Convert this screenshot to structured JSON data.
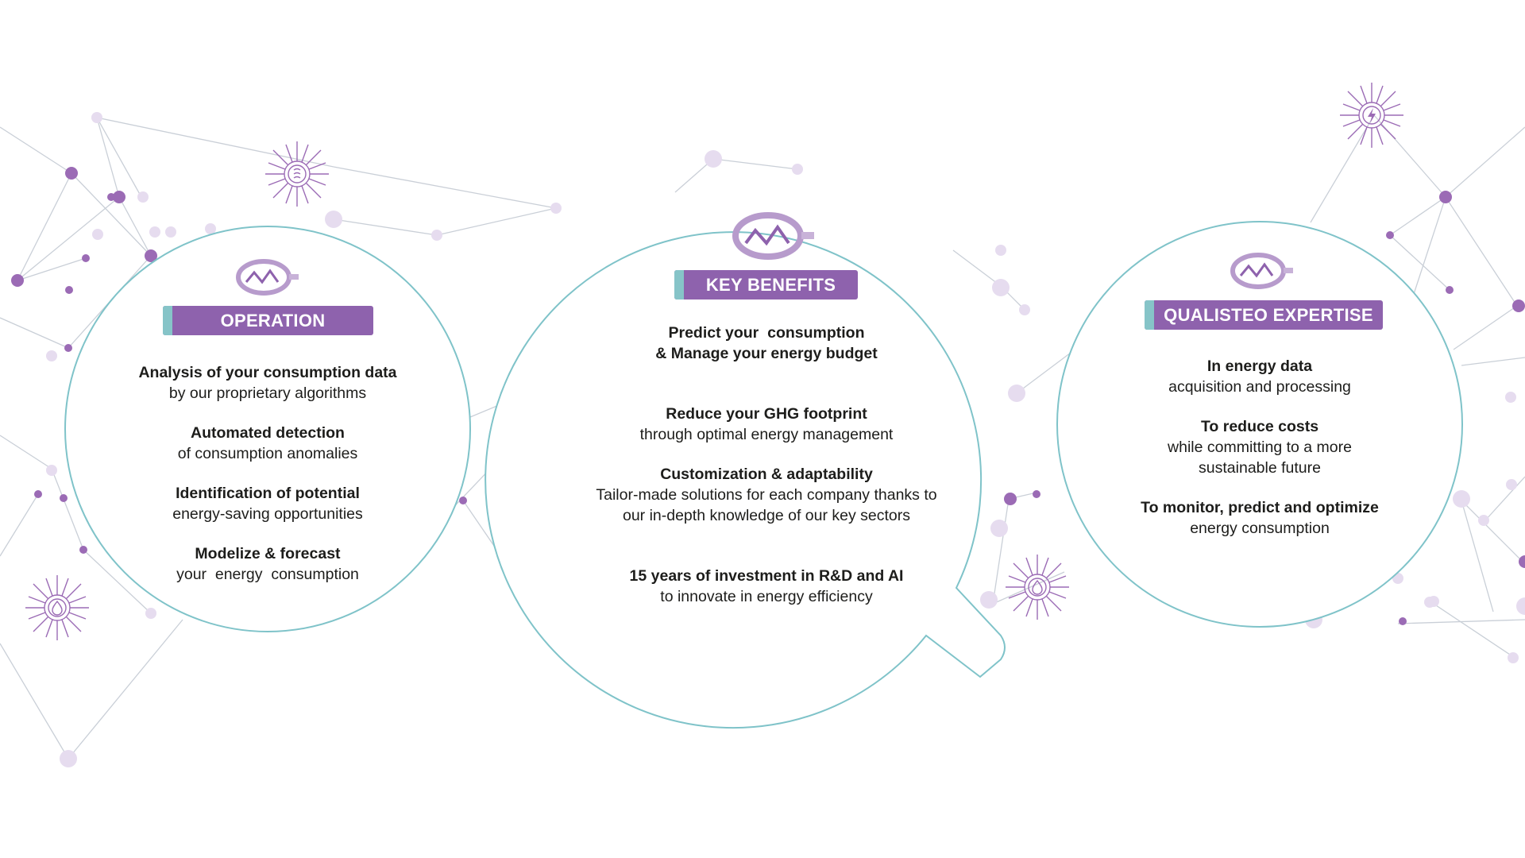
{
  "panels": [
    {
      "badge": "OPERATION",
      "items": [
        {
          "title": "Analysis of your consumption data",
          "text": "by our proprietary algorithms"
        },
        {
          "title": "Automated detection",
          "text": "of consumption anomalies"
        },
        {
          "title": "Identification of potential",
          "text": "energy-saving opportunities"
        },
        {
          "title": "Modelize & forecast",
          "text": "your  energy  consumption"
        }
      ]
    },
    {
      "badge": "KEY BENEFITS",
      "items": [
        {
          "title": "Predict your  consumption",
          "title2": "& Manage your energy budget"
        },
        {
          "title": "Reduce your GHG footprint",
          "text": "through optimal energy management"
        },
        {
          "title": "Customization & adaptability",
          "text": "Tailor-made solutions for each company thanks to",
          "text2": "our in-depth knowledge of our key sectors"
        },
        {
          "title": "15 years of investment in R&D and AI",
          "text": "to innovate in energy efficiency"
        }
      ]
    },
    {
      "badge": "QUALISTEO EXPERTISE",
      "items": [
        {
          "title": "In energy data",
          "text": "acquisition and processing"
        },
        {
          "title": "To reduce costs",
          "text": "while committing to a more",
          "text2": "sustainable future"
        },
        {
          "title": "To monitor, predict and optimize",
          "text": "energy consumption"
        }
      ]
    }
  ],
  "colors": {
    "accent": "#8e62ad",
    "teal": "#7fc3c9",
    "node": "#9b6bb5",
    "line": "#c9cdd6"
  },
  "icons": [
    "qualisteo-logo-icon",
    "chip-wave-icon",
    "chip-bolt-icon",
    "chip-flame-icon"
  ]
}
